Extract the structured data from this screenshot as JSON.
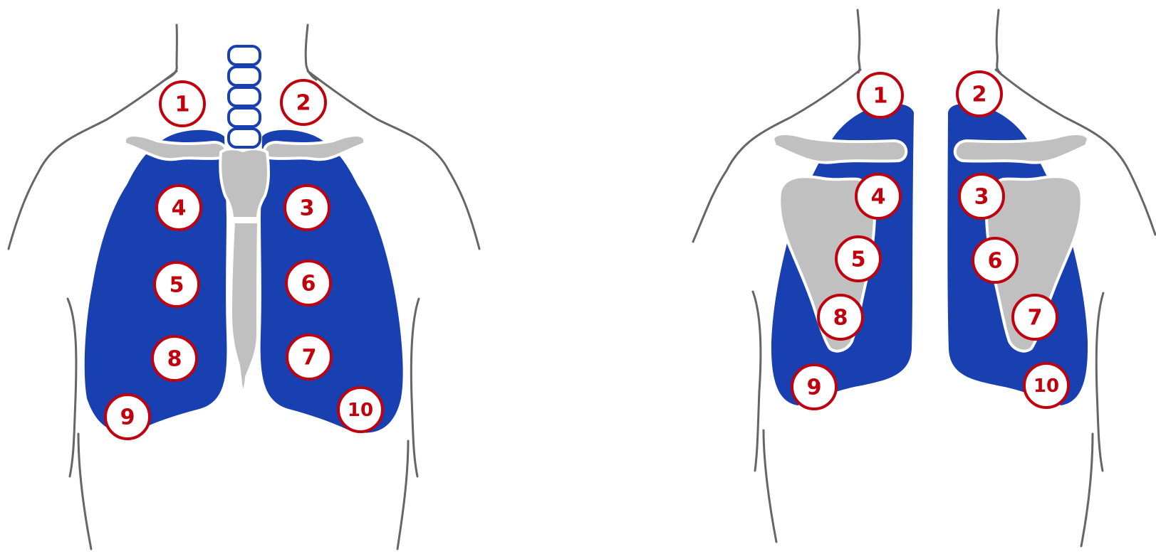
{
  "colors": {
    "lung": "#1840b0",
    "bone": "#c0c0c0",
    "outline": "#666666",
    "marker": "#c0000d",
    "trachea": "#1840b0"
  },
  "anterior_view": {
    "markers": [
      {
        "label": "1"
      },
      {
        "label": "2"
      },
      {
        "label": "3"
      },
      {
        "label": "4"
      },
      {
        "label": "5"
      },
      {
        "label": "6"
      },
      {
        "label": "7"
      },
      {
        "label": "8"
      },
      {
        "label": "9"
      },
      {
        "label": "10"
      }
    ]
  },
  "posterior_view": {
    "markers": [
      {
        "label": "1"
      },
      {
        "label": "2"
      },
      {
        "label": "3"
      },
      {
        "label": "4"
      },
      {
        "label": "5"
      },
      {
        "label": "6"
      },
      {
        "label": "7"
      },
      {
        "label": "8"
      },
      {
        "label": "9"
      },
      {
        "label": "10"
      }
    ]
  }
}
